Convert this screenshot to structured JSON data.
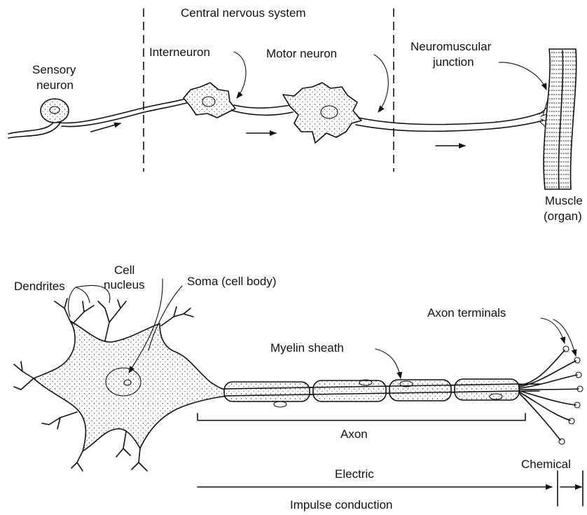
{
  "top_panel": {
    "cns_label": "Central nervous system",
    "sensory_label_line1": "Sensory",
    "sensory_label_line2": "neuron",
    "interneuron_label": "Interneuron",
    "motor_label": "Motor neuron",
    "junction_label_line1": "Neuromuscular",
    "junction_label_line2": "junction",
    "muscle_label_line1": "Muscle",
    "muscle_label_line2": "(organ)"
  },
  "bottom_panel": {
    "cell_nucleus_line1": "Cell",
    "cell_nucleus_line2": "nucleus",
    "soma_label": "Soma (cell body)",
    "dendrites_label": "Dendrites",
    "axon_terminals_label": "Axon terminals",
    "myelin_label": "Myelin sheath",
    "axon_label": "Axon",
    "electric_label": "Electric",
    "chemical_label": "Chemical",
    "impulse_label": "Impulse conduction"
  },
  "colors": {
    "ink": "#111111",
    "background": "#ffffff"
  }
}
